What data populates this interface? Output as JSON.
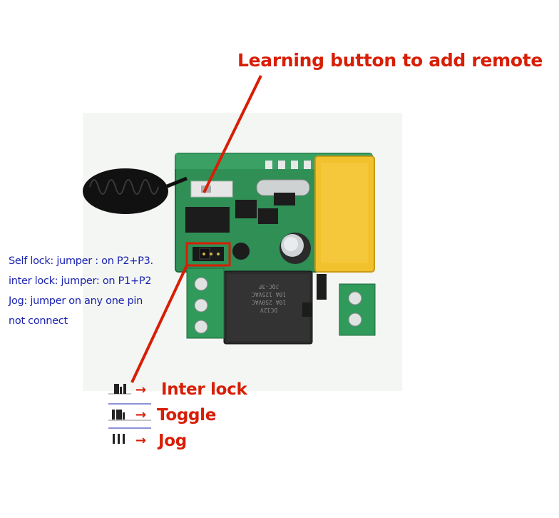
{
  "title": "Learning button to add remote",
  "notes": [
    "Self lock: jumper : on P2+P3.",
    "inter lock: jumper: on P1+P2",
    "Jog: jumper on any one pin",
    "not connect"
  ],
  "legend": [
    {
      "label": "Inter lock",
      "arrow": "→"
    },
    {
      "label": "Toggle",
      "arrow": "→"
    },
    {
      "label": "Jog",
      "arrow": "→"
    }
  ],
  "relay_print": [
    "DC12V",
    "10A 250VAC",
    "10A 125VAC",
    "JQC-3F"
  ],
  "colors": {
    "annotation_red": "#d81e06",
    "note_blue": "#1a23b0",
    "pcb_green": "#2f8f55",
    "relay_yellow": "#f2c12e"
  }
}
